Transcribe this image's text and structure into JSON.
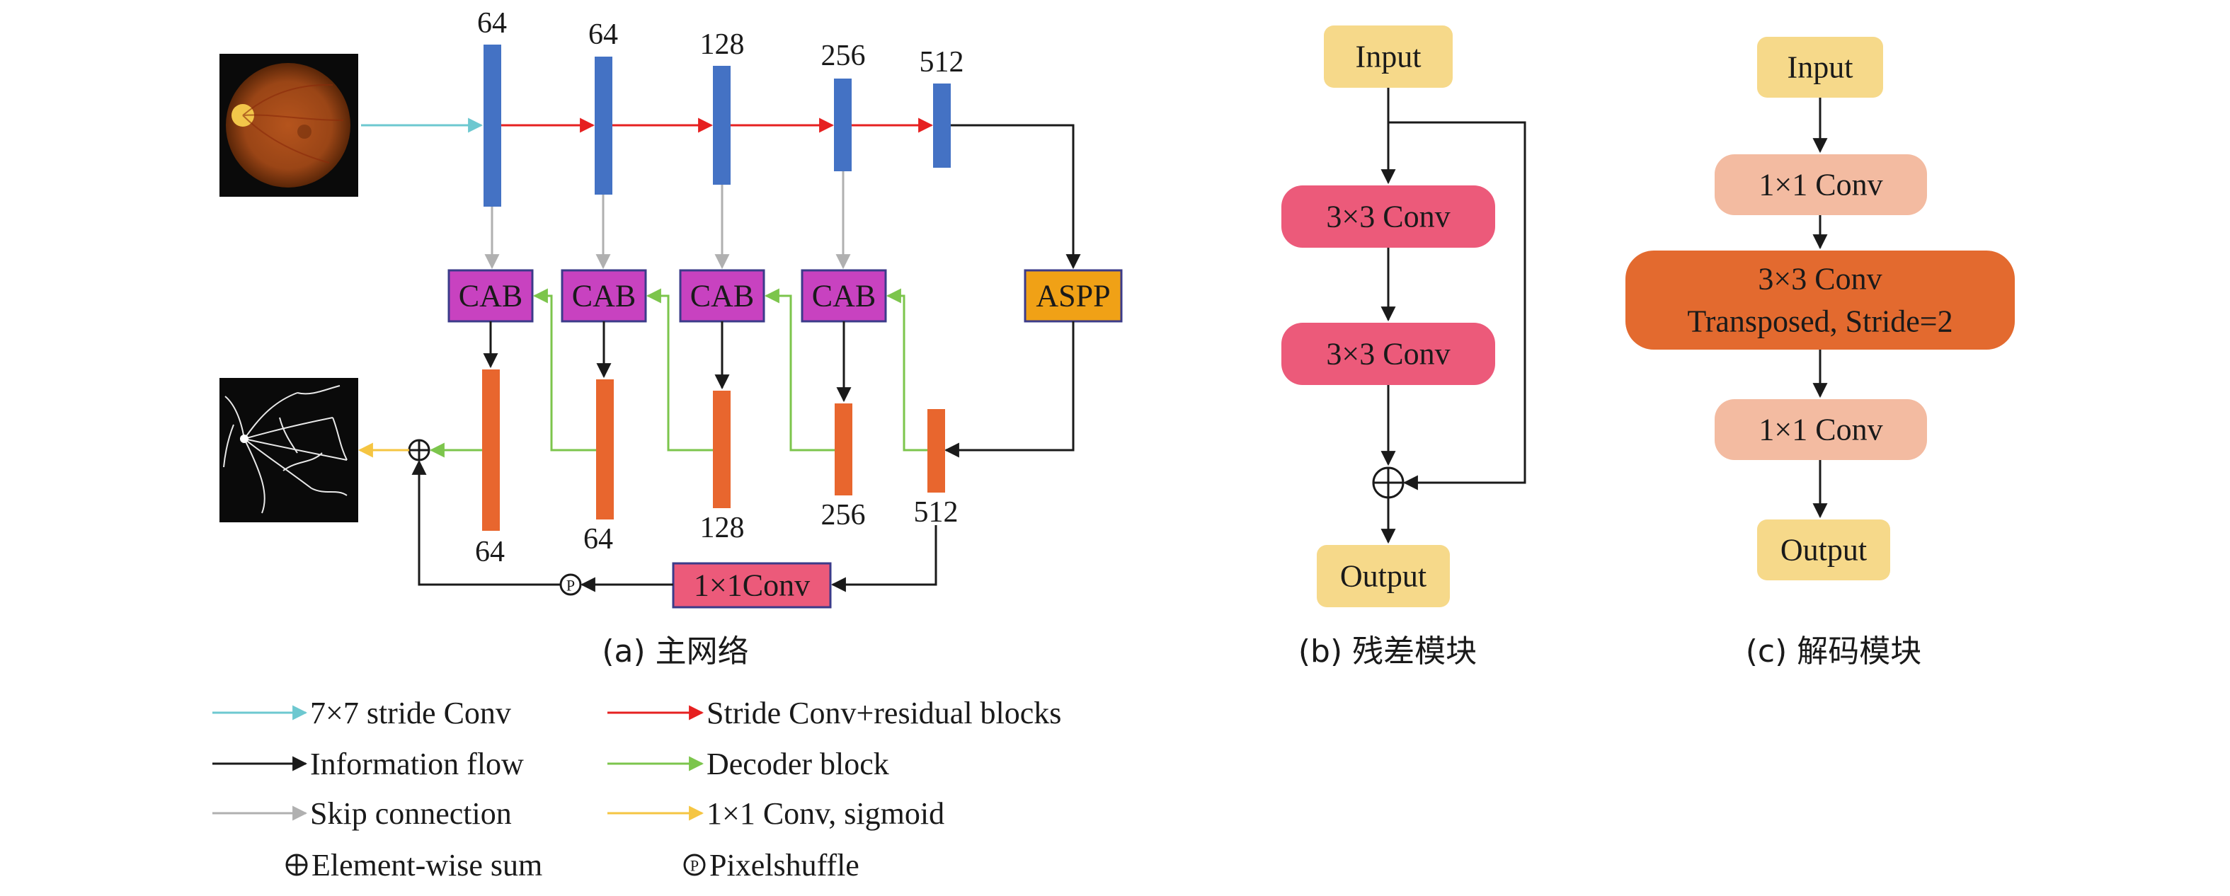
{
  "panel_a": {
    "encoder_channels": [
      "64",
      "64",
      "128",
      "256",
      "512"
    ],
    "decoder_channels": [
      "64",
      "64",
      "128",
      "256",
      "512"
    ],
    "cab_label": "CAB",
    "aspp_label": "ASPP",
    "conv1x1_label": "1×1Conv",
    "pixelshuffle_symbol": "P",
    "caption": "(a) 主网络"
  },
  "panel_b": {
    "input": "Input",
    "conv1": "3×3 Conv",
    "conv2": "3×3 Conv",
    "output": "Output",
    "caption": "(b) 残差模块"
  },
  "panel_c": {
    "input": "Input",
    "conv_a": "1×1 Conv",
    "tconv_line1": "3×3 Conv",
    "tconv_line2": "Transposed, Stride=2",
    "conv_b": "1×1 Conv",
    "output": "Output",
    "caption": "(c) 解码模块"
  },
  "legend": {
    "stride7": "7×7 stride Conv",
    "stride_res": "Stride Conv+residual blocks",
    "info_flow": "Information flow",
    "decoder_block": "Decoder block",
    "skip": "Skip connection",
    "sigmoid": "1×1 Conv, sigmoid",
    "sum": "Element-wise sum",
    "pixelshuffle": "Pixelshuffle"
  },
  "colors": {
    "encoder_blue": "#4472c4",
    "decoder_orange": "#e8662e",
    "cab_magenta": "#c842c0",
    "aspp_amber": "#f0a116",
    "conv_pink": "#ec5a7a",
    "io_yellow": "#f6d98a",
    "light_salmon": "#f3bba1",
    "cyan_arrow": "#6dc8d0",
    "red_arrow": "#e62020",
    "green_arrow": "#7cc54c",
    "gray_arrow": "#b0b0b0",
    "yellow_arrow": "#f5c542"
  }
}
